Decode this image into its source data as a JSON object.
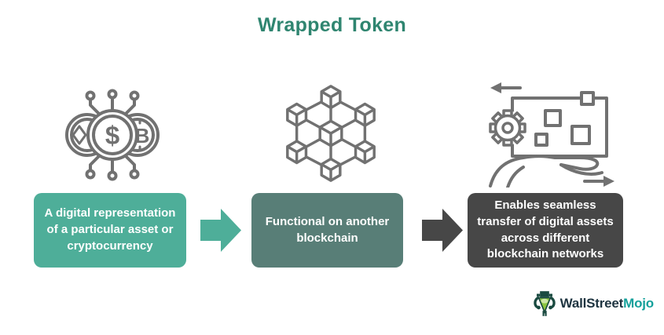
{
  "title": {
    "text": "Wrapped Token"
  },
  "colors": {
    "title": "#2F8570",
    "step1_bg": "#4EAE99",
    "step2_bg": "#587E77",
    "step3_bg": "#474747",
    "arrow1": "#4EAE99",
    "arrow2": "#474747",
    "icon_stroke": "#717171",
    "box_text": "#FFFFFF",
    "logo_dark": "#1E3440",
    "logo_teal": "#14A09B",
    "logo_bull_dark": "#1A4A40",
    "logo_bull_light": "#8CC63F"
  },
  "flow": {
    "steps": [
      {
        "icon": "crypto-coins-icon",
        "label": "A digital representation\nof a particular asset or\ncryptocurrency"
      },
      {
        "icon": "blockchain-network-icon",
        "label": "Functional on another\nblockchain"
      },
      {
        "icon": "asset-transfer-hand-icon",
        "label": "Enables seamless\ntransfer of digital assets\nacross different\nblockchain networks"
      }
    ]
  },
  "icons": {
    "dollar_symbol": "$",
    "bitcoin_symbol": "B"
  },
  "logo": {
    "brand_first": "WallStreet",
    "brand_second": "Mojo"
  }
}
